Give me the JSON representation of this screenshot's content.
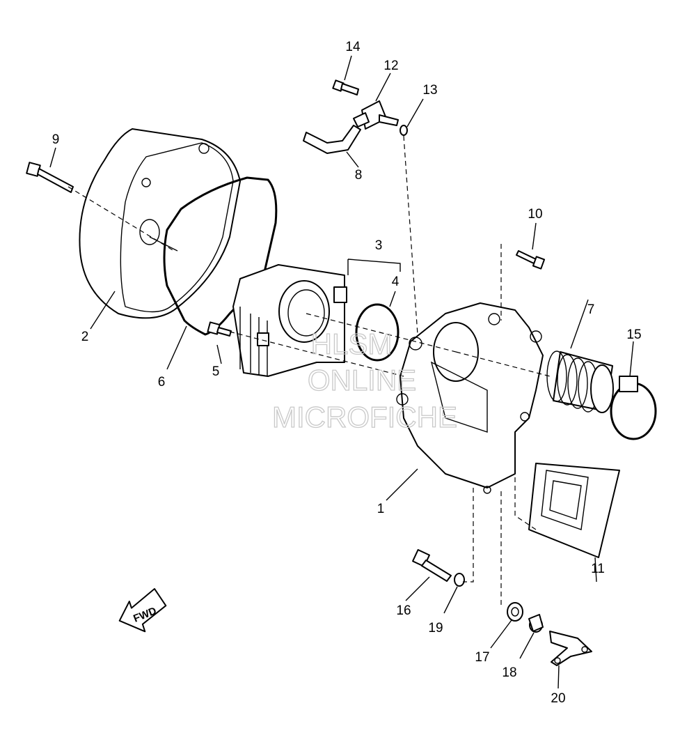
{
  "callouts": {
    "p1": "1",
    "p2": "2",
    "p3": "3",
    "p4": "4",
    "p5": "5",
    "p6": "6",
    "p7": "7",
    "p8": "8",
    "p9": "9",
    "p10": "10",
    "p11": "11",
    "p12": "12",
    "p13": "13",
    "p14": "14",
    "p15": "15",
    "p16": "16",
    "p17": "17",
    "p18": "18",
    "p19": "19",
    "p20": "20"
  },
  "direction_label": "FWD",
  "watermark": {
    "line1": "HLSM",
    "line2": "ONLINE",
    "line3": "MICROFICHE"
  }
}
